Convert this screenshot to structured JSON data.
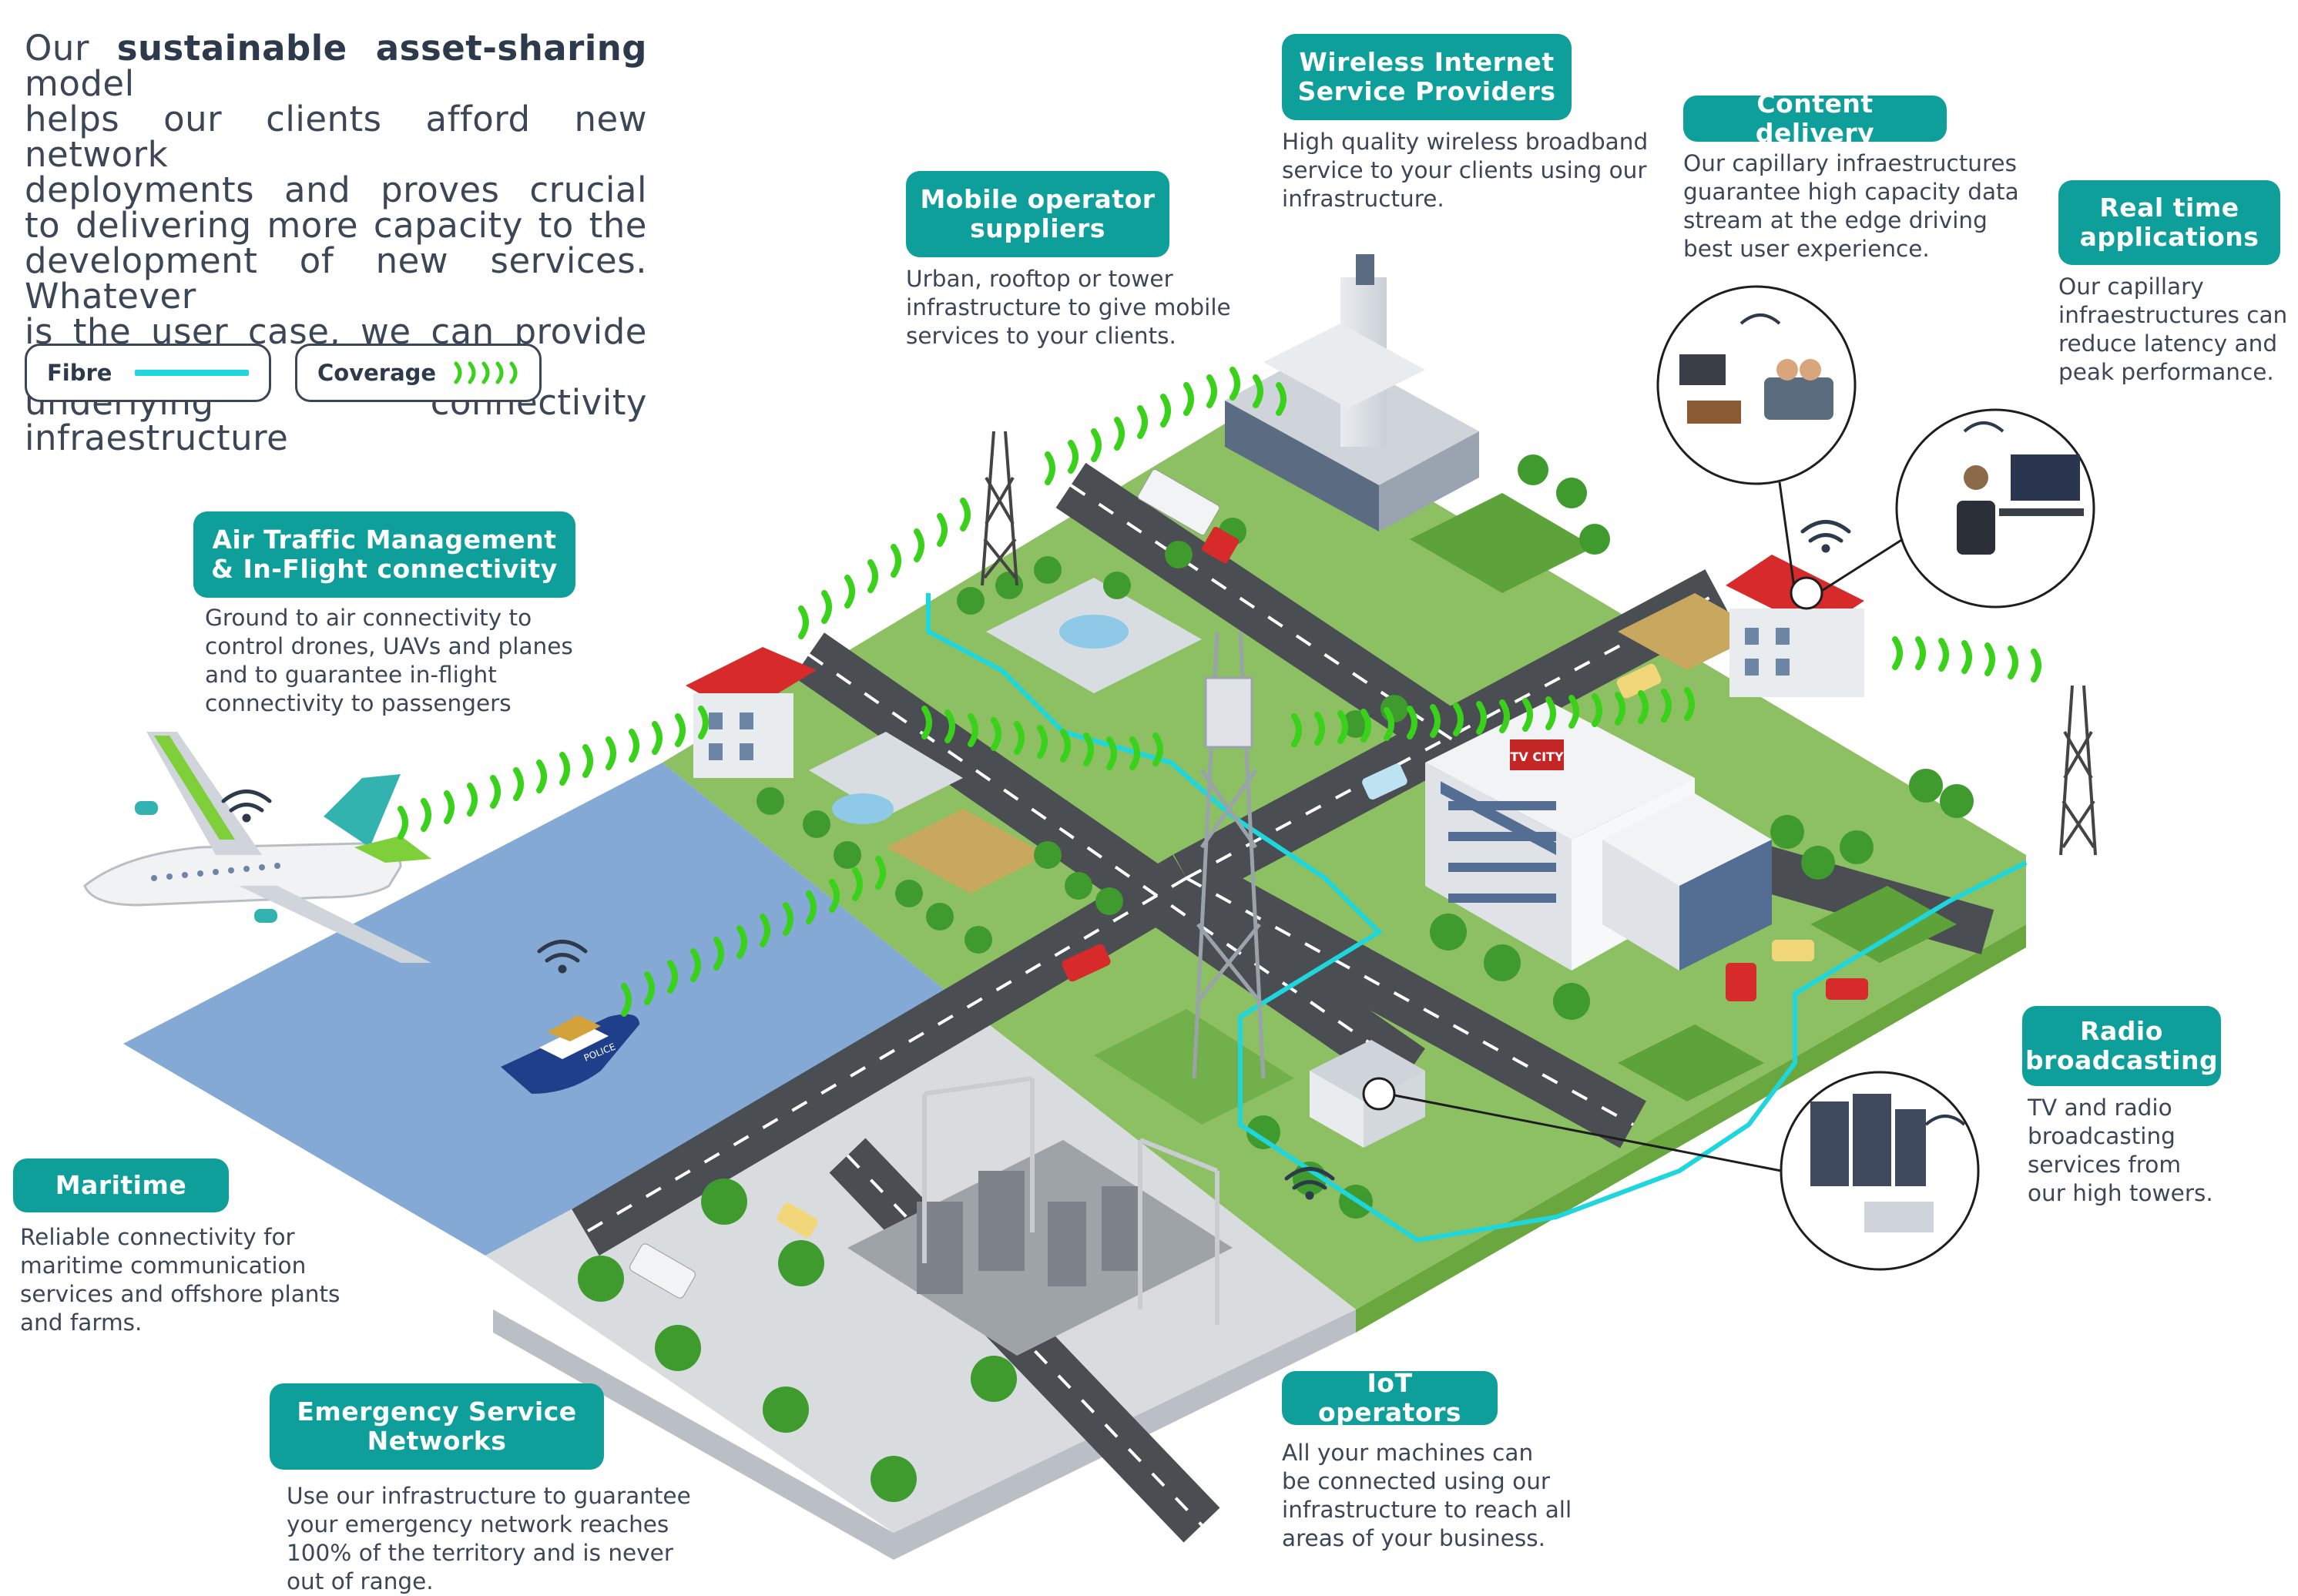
{
  "intro": {
    "lines": [
      {
        "pre": "Our ",
        "bold": "sustainable asset-sharing",
        "post": " model"
      },
      {
        "pre": "helps our clients afford new network",
        "bold": "",
        "post": ""
      },
      {
        "pre": "deployments and proves crucial",
        "bold": "",
        "post": ""
      },
      {
        "pre": "to delivering more capacity to the",
        "bold": "",
        "post": ""
      },
      {
        "pre": "development of new services. Whatever",
        "bold": "",
        "post": ""
      },
      {
        "pre": "is the user case, we can provide the",
        "bold": "",
        "post": ""
      },
      {
        "pre": "underlying connectivity infraestructure",
        "bold": "",
        "post": ""
      }
    ]
  },
  "legend": {
    "fibre_label": "Fibre",
    "coverage_label": "Coverage",
    "fibre_color": "#1ed6dc",
    "coverage_color": "#39d11a"
  },
  "services": {
    "wisp": {
      "title_lines": [
        "Wireless Internet",
        "Service Providers"
      ],
      "desc_lines": [
        "High quality wireless broadband",
        "service to your clients using our",
        "infrastructure."
      ]
    },
    "content": {
      "title_lines": [
        "Content delivery"
      ],
      "desc_lines": [
        "Our capillary infraestructures",
        "guarantee high capacity data",
        "stream at the edge driving",
        "best user experience."
      ]
    },
    "realtime": {
      "title_lines": [
        "Real time",
        "applications"
      ],
      "desc_lines": [
        "Our capillary",
        "infraestructures can",
        "reduce latency and",
        "peak performance."
      ]
    },
    "mobile": {
      "title_lines": [
        "Mobile operator",
        "suppliers"
      ],
      "desc_lines": [
        "Urban, rooftop or tower",
        "infrastructure to give mobile",
        "services to your clients."
      ]
    },
    "air": {
      "title_lines": [
        "Air Traffic Management",
        "& In-Flight connectivity"
      ],
      "desc_lines": [
        "Ground to air connectivity to",
        "control drones, UAVs and planes",
        "and to guarantee in-flight",
        "connectivity to passengers"
      ]
    },
    "maritime": {
      "title_lines": [
        "Maritime"
      ],
      "desc_lines": [
        "Reliable connectivity for",
        "maritime communication",
        "services and offshore plants",
        "and farms."
      ]
    },
    "emergency": {
      "title_lines": [
        "Emergency Service",
        "Networks"
      ],
      "desc_lines": [
        "Use our infrastructure to guarantee",
        "your emergency network reaches",
        "100% of the territory and is never",
        "out of range."
      ]
    },
    "iot": {
      "title_lines": [
        "IoT operators"
      ],
      "desc_lines": [
        "All your machines can",
        "be connected using our",
        "infrastructure to reach all",
        "areas of your business."
      ]
    },
    "radio": {
      "title_lines": [
        "Radio",
        "broadcasting"
      ],
      "desc_lines": [
        "TV and radio",
        "broadcasting",
        "services from",
        "our high towers."
      ]
    }
  },
  "scene": {
    "tv_sign": "TV CITY",
    "boat_label": "POLICE",
    "tag_color": "#0e9f9b",
    "grass_color": "#8cc063",
    "road_color": "#4a4d52",
    "water_color": "#84a9d4"
  }
}
